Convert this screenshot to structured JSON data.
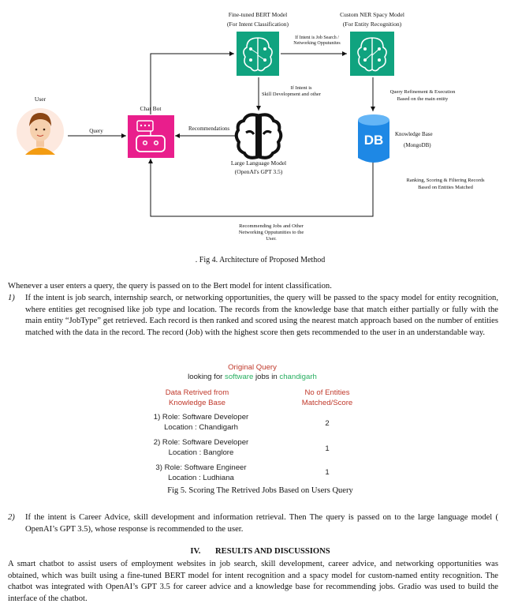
{
  "diagram": {
    "bert": {
      "title": "Fine-tuned BERT Model",
      "subtitle": "(For Intent Classification)"
    },
    "ner": {
      "title": "Custom NER Spacy Model",
      "subtitle": "(For Entity Recognition)"
    },
    "user_label": "User",
    "chatbot_label": "Chat Bot",
    "query_label": "Query",
    "recommendations_label": "Recommendations",
    "intent_job_label": "If Intent is Job Search / Networking Opputunites",
    "intent_skill_label_1": "If Intent is",
    "intent_skill_label_2": "Skill Development and other",
    "query_refine_label_1": "Query Refinement & Execution",
    "query_refine_label_2": "Based on the main entity",
    "kb_title": "Knowledge Base",
    "kb_subtitle": "(MongoDB)",
    "db_icon_text": "DB",
    "llm_title": "Large Language Model",
    "llm_subtitle": "(OpenAI's GPT 3.5)",
    "ranking_label_1": "Ranking, Scoring & Filtering Records",
    "ranking_label_2": "Based on Entities Matched",
    "recommending_label_1": "Recommending Jobs and Other",
    "recommending_label_2": "Networking Opputunities to the",
    "recommending_label_3": "User.",
    "caption": ". Fig 4. Architecture of  Proposed Method",
    "colors": {
      "bert_green": "#10a37f",
      "chatbot_pink": "#e91e8c",
      "db_blue": "#1e88e5"
    }
  },
  "body": {
    "intro": "Whenever a user enters a query, the query is passed on to the Bert model for intent classification.",
    "item1_num": "1)",
    "item1": "If the intent is job search, internship search, or networking opportunities, the query will be passed to the spacy model for entity recognition, where entities get recognised like job type and location. The records from the knowledge base that match either partially or fully with the main entity “JobType” get retrieved. Each record is then ranked and scored using the nearest match approach based on the number of entities matched with the data in the record. The record (Job) with the highest score then gets recommended  to the user in an understandable way.",
    "item2_num": "2)",
    "item2": "If the intent is Career Advice, skill development and information retrieval. Then The query is passed on to the large language model ( OpenAI’s GPT 3.5), whose response is recommended to the user.",
    "section_num": "IV.",
    "section_title": "RESULTS AND DISCUSSIONS",
    "results": "A smart chatbot to assist users of employment websites in job search, skill development, career advice, and networking opportunities was obtained, which was built using a fine-tuned BERT model for intent recognition and a spacy model for custom-named entity recognition. The chatbot was integrated with OpenAI’s GPT 3.5 for career advice and a knowledge base for recommending jobs. Gradio was used to build the interface of the chatbot."
  },
  "scoring": {
    "original_query_label": "Original Query",
    "query_prefix": "looking for ",
    "query_kw1": "software",
    "query_mid": " jobs in ",
    "query_kw2": "chandigarh",
    "col1_header_1": "Data Retrived from",
    "col1_header_2": "Knowledge Base",
    "col2_header_1": "No of Entities",
    "col2_header_2": "Matched/Score",
    "rows": [
      {
        "role": "1) Role:  Software Developer",
        "location": "Location : Chandigarh",
        "score": "2"
      },
      {
        "role": "2) Role:  Software Developer",
        "location": "Location :  Banglore",
        "score": "1"
      },
      {
        "role": "3) Role:  Software Engineer",
        "location": "Location : Ludhiana",
        "score": "1"
      }
    ],
    "caption": "Fig 5. Scoring The Retrived Jobs Based on Users Query"
  }
}
